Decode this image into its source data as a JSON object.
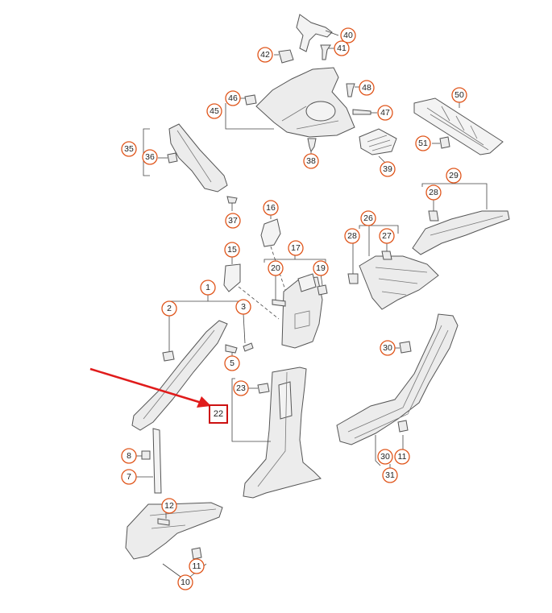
{
  "diagram": {
    "highlighted_part": "22",
    "accent_color": "#e01b1b",
    "callout_color": "#e0561c",
    "callouts": [
      "1",
      "2",
      "3",
      "5",
      "7",
      "8",
      "10",
      "11",
      "11",
      "12",
      "15",
      "16",
      "17",
      "19",
      "20",
      "23",
      "26",
      "27",
      "28",
      "28",
      "29",
      "30",
      "30",
      "31",
      "35",
      "36",
      "37",
      "38",
      "39",
      "40",
      "41",
      "42",
      "45",
      "46",
      "47",
      "48",
      "50",
      "51"
    ]
  }
}
